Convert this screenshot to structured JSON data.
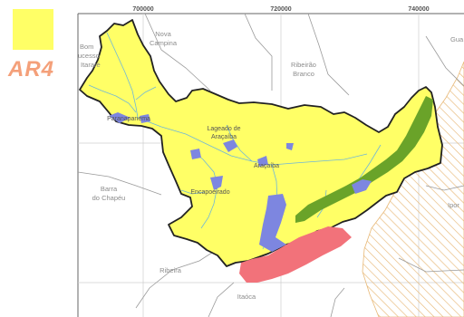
{
  "legend": {
    "swatch_color": "#ffff66",
    "label": "AR4",
    "label_color": "#f4a07a"
  },
  "colors": {
    "basin_fill": "#ffff66",
    "basin_border": "#222222",
    "water": "#7d86e0",
    "river": "#6fb7d8",
    "green_corridor": "#6aa329",
    "red_zone": "#f2727a",
    "hatch": "#e8b978",
    "road": "#9a9a9a"
  },
  "coordinates": {
    "x1": "700000",
    "x2": "720000",
    "x3": "740000"
  },
  "places": {
    "bom_sucesso_1": "Bom",
    "bom_sucesso_2": "ucesso",
    "bom_sucesso_3": "Itararé",
    "nova_campina_1": "Nova",
    "nova_campina_2": "Campina",
    "ribeirao_branco_1": "Ribeirão",
    "ribeirao_branco_2": "Branco",
    "gua": "Gua",
    "barra_chapeu_1": "Barra",
    "barra_chapeu_2": "do Chapéu",
    "ribeira": "Ribeira",
    "itaoca": "Itaóca",
    "ipor": "Ipor"
  },
  "towns": {
    "paranapanema": "Paranapanema",
    "lageado_1": "Lageado de",
    "lageado_2": "Araçaíba",
    "aracaiba": "Araçaíba",
    "encapoeirado": "Encapoeirado"
  }
}
